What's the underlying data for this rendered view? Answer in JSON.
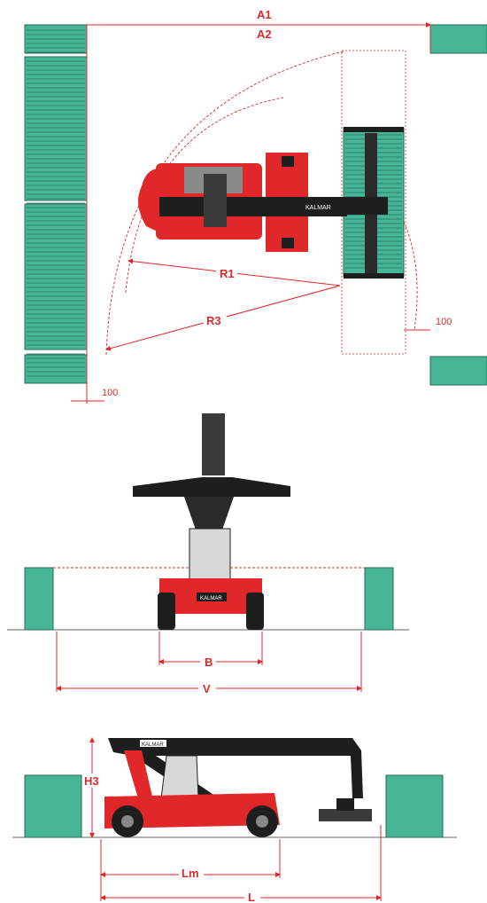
{
  "top_view": {
    "labels": {
      "a1": "A1",
      "a2": "A2",
      "r1": "R1",
      "r3": "R3"
    },
    "clearance_left": "100",
    "clearance_right": "100",
    "machine_badge": "KALMAR"
  },
  "front_view": {
    "labels": {
      "b": "B",
      "v": "V"
    },
    "machine_badge": "KALMAR"
  },
  "side_view": {
    "labels": {
      "h3": "H3",
      "lm": "Lm",
      "l": "L"
    },
    "machine_badge": "KALMAR"
  },
  "colors": {
    "dimension": "#e0282a",
    "container": "#48b496",
    "machine": "#e0282a",
    "boom": "#1e1e1e"
  }
}
